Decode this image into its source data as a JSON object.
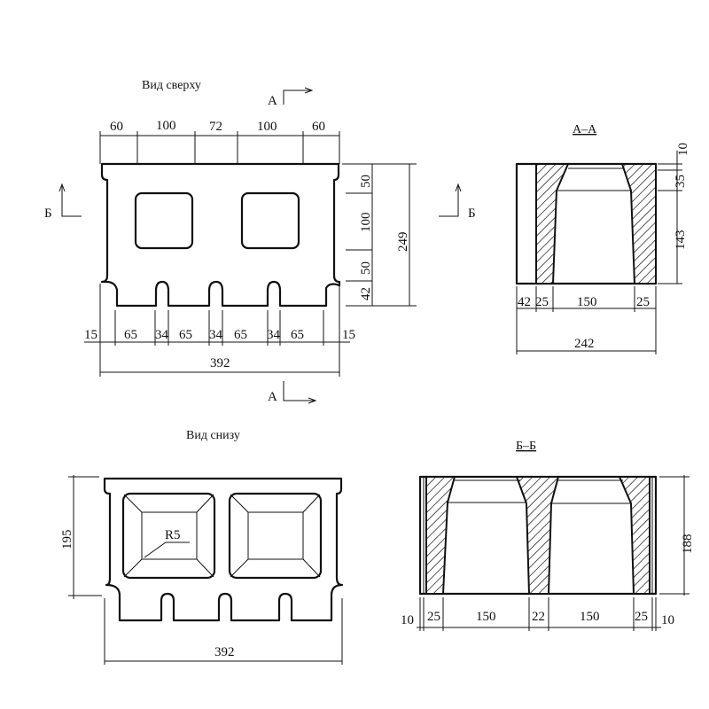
{
  "top_view": {
    "title": "Вид сверху",
    "section_marker_a": "А",
    "section_marker_b": "Б",
    "top_dims": [
      "60",
      "100",
      "72",
      "100",
      "60"
    ],
    "right_dims": [
      "50",
      "100",
      "50",
      "42"
    ],
    "height_dim": "249",
    "bottom_dims": [
      "15",
      "65",
      "34",
      "65",
      "34",
      "65",
      "34",
      "65",
      "15"
    ],
    "width_dim": "392"
  },
  "section_aa": {
    "title": "А–А",
    "right_dims": [
      "10",
      "35",
      "143"
    ],
    "bottom_dims": [
      "42",
      "25",
      "150",
      "25"
    ],
    "width_dim": "242"
  },
  "bottom_view": {
    "title": "Вид снизу",
    "height_dim": "195",
    "radius_label": "R5",
    "width_dim": "392"
  },
  "section_bb": {
    "title": "Б–Б",
    "height_dim": "188",
    "bottom_dims": [
      "10",
      "25",
      "150",
      "22",
      "150",
      "25",
      "10"
    ]
  }
}
